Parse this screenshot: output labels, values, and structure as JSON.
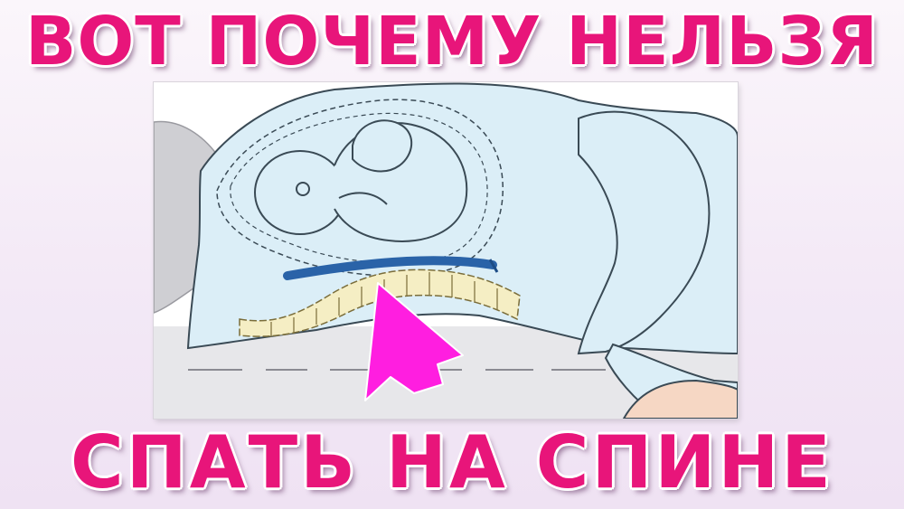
{
  "headline": {
    "top": "ВОТ ПОЧЕМУ НЕЛЬЗЯ",
    "bottom": "СПАТЬ НА СПИНЕ"
  },
  "colors": {
    "headline": "#e8157a",
    "arrow": "#ff1ee0",
    "belly": "#dbeef7",
    "outline": "#3a4a55",
    "vessel": "#2a63a8",
    "spine": "#f5eec4",
    "bed": "#e7e7ea",
    "skin": "#f6d7c4"
  },
  "illustration": {
    "subject": "pregnant woman lying on her back",
    "highlight": "uterus presses on blood vessel near spine"
  }
}
